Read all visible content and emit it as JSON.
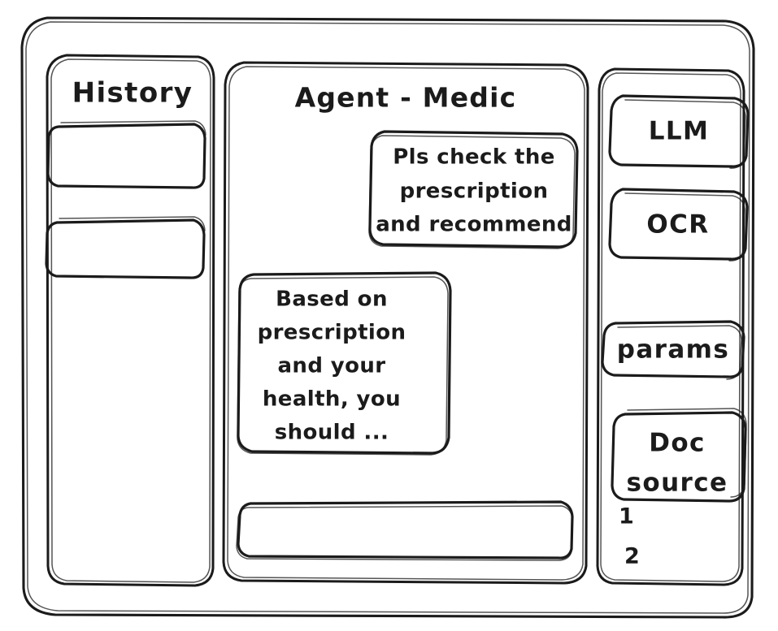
{
  "app": {
    "style": "hand-drawn-wireframe",
    "ink_color": "#1b1b1b",
    "background_color": "#ffffff"
  },
  "sidebar_left": {
    "title": "History",
    "items": [
      {
        "label": "",
        "name": "history-item-1"
      },
      {
        "label": "",
        "name": "history-item-2"
      }
    ]
  },
  "main": {
    "title": "Agent - Medic",
    "messages": [
      {
        "role": "user",
        "align": "right",
        "lines": [
          "Pls check the",
          "prescription",
          "and recommend"
        ]
      },
      {
        "role": "agent",
        "align": "left",
        "lines": [
          "Based on",
          "prescription",
          "and your",
          "health, you",
          "should ..."
        ]
      }
    ],
    "composer": {
      "value": "",
      "placeholder": ""
    }
  },
  "sidebar_right": {
    "buttons": [
      {
        "label": "LLM",
        "name": "llm-button"
      },
      {
        "label": "OCR",
        "name": "ocr-button"
      },
      {
        "label": "params",
        "name": "params-button"
      },
      {
        "label": "Doc\nsource",
        "name": "doc-source-button"
      }
    ],
    "doc_source": {
      "line1": "Doc",
      "line2": "source"
    },
    "sources": [
      {
        "label": "1"
      },
      {
        "label": "2"
      }
    ]
  }
}
